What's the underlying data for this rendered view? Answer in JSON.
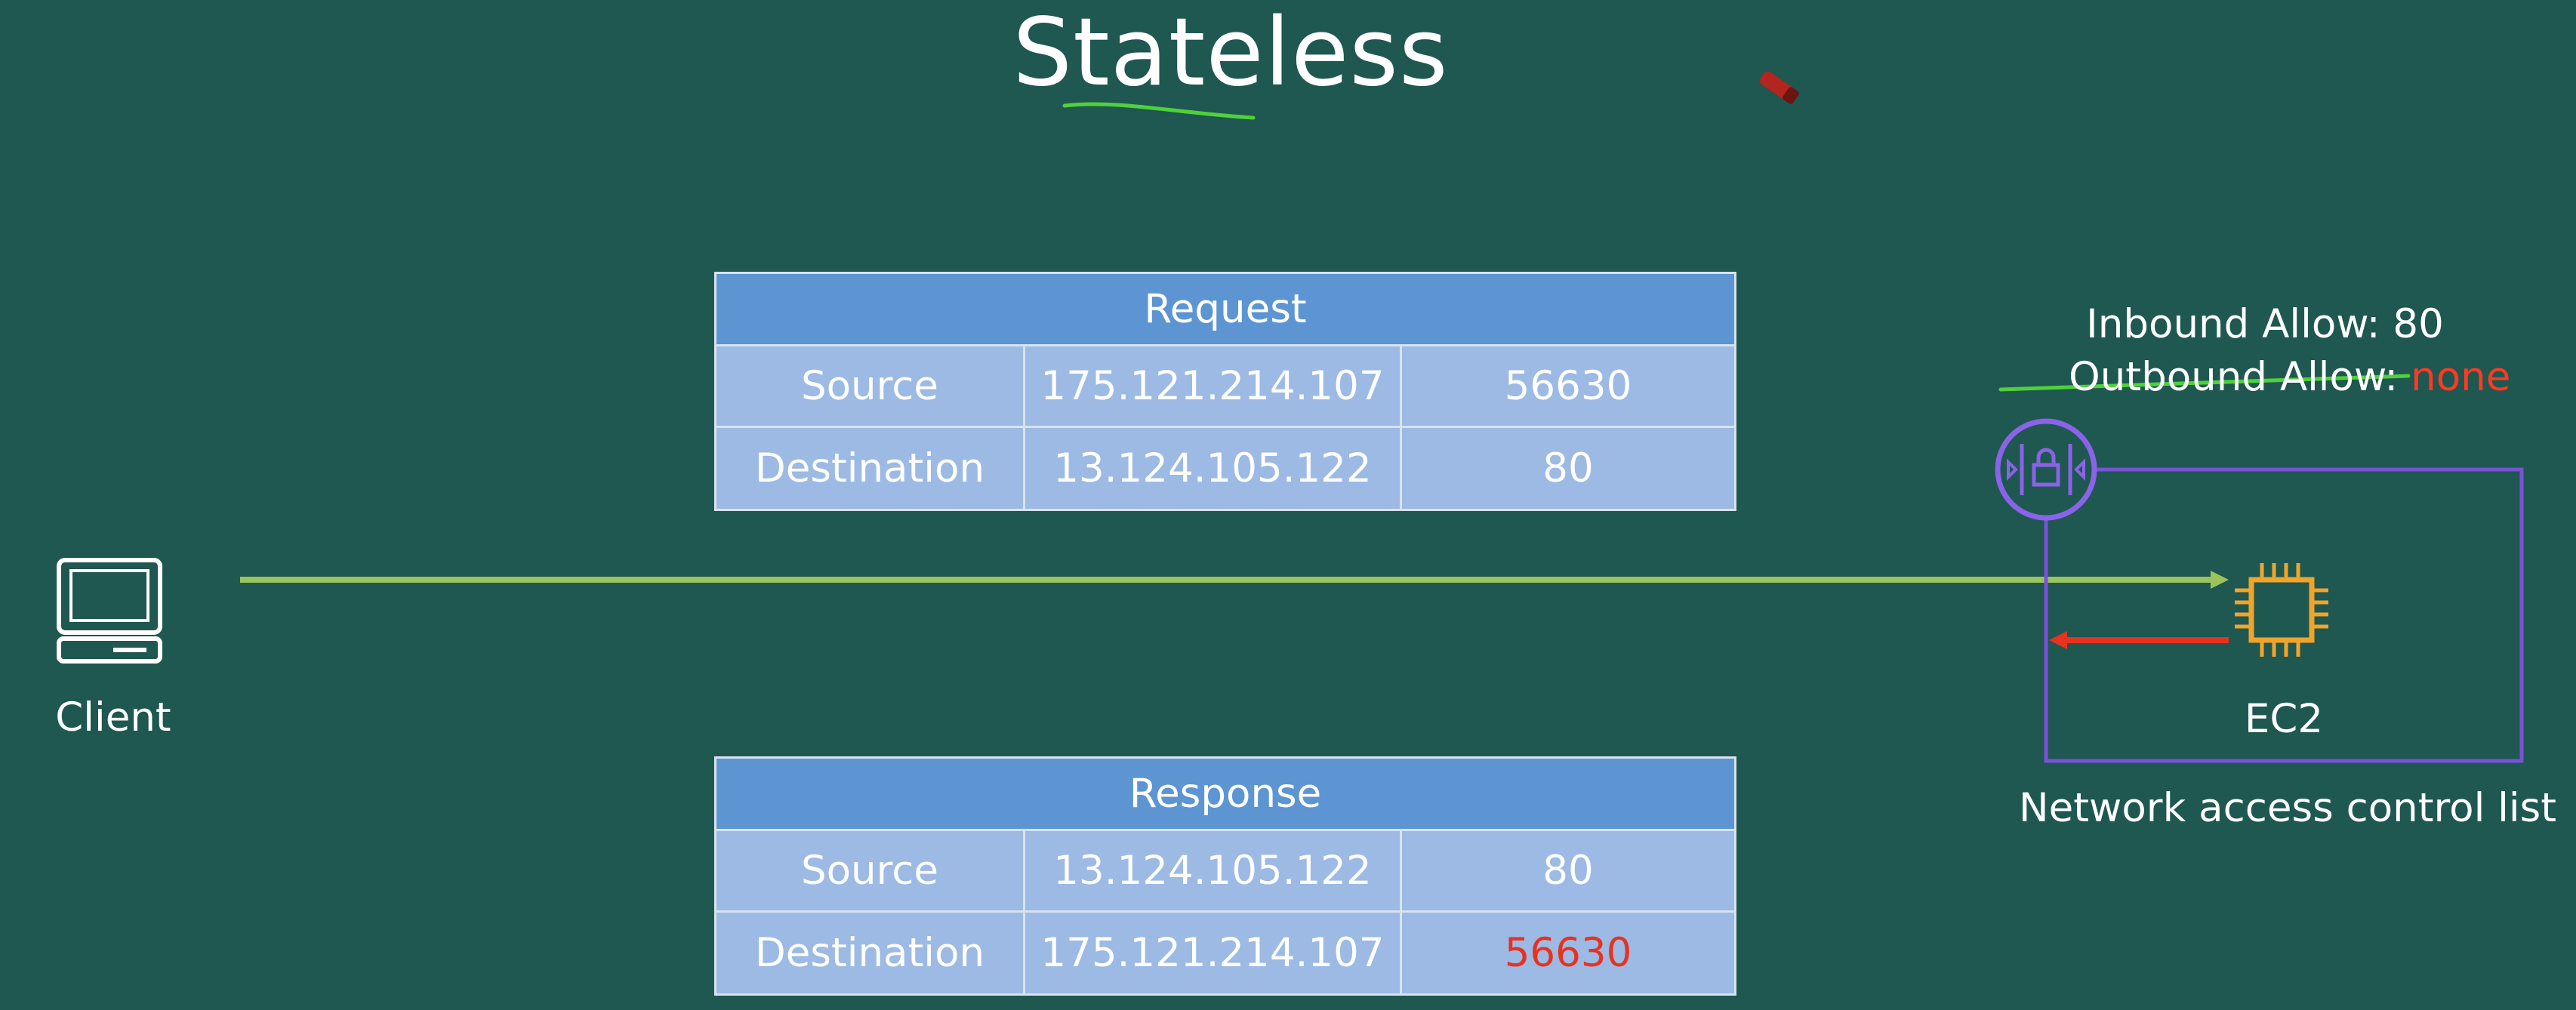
{
  "title": "Stateless",
  "request": {
    "header": "Request",
    "rows": [
      {
        "label": "Source",
        "ip": "175.121.214.107",
        "port": "56630"
      },
      {
        "label": "Destination",
        "ip": "13.124.105.122",
        "port": "80"
      }
    ]
  },
  "response": {
    "header": "Response",
    "rows": [
      {
        "label": "Source",
        "ip": "13.124.105.122",
        "port": "80"
      },
      {
        "label": "Destination",
        "ip": "175.121.214.107",
        "port": "56630"
      }
    ]
  },
  "client": {
    "label": "Client",
    "icon": "laptop-icon"
  },
  "ec2": {
    "label": "EC2",
    "icon": "chip-icon"
  },
  "nacl": {
    "label": "Network access control list",
    "icon": "nacl-lock-icon",
    "inbound": "Inbound Allow: 80",
    "outbound_prefix": "Outbound Allow: ",
    "outbound_value": "none"
  },
  "colors": {
    "background": "#1f5751",
    "table_header": "#5c95d2",
    "table_row": "#9cbae4",
    "request_arrow": "#9bc45a",
    "blocked_arrow": "#e8321f",
    "nacl_border": "#7a52d6",
    "ec2_chip": "#f0a52a",
    "highlight_underline": "#4fd13a",
    "alert_text": "#ff3a22"
  }
}
